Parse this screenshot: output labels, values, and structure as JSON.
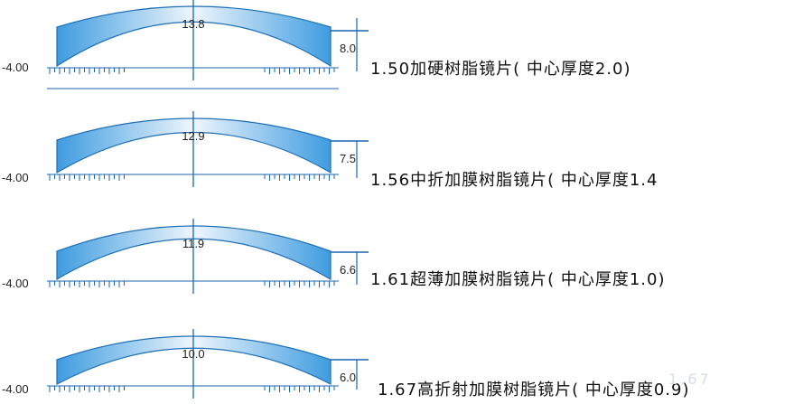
{
  "lenses": [
    {
      "index": "1.50",
      "name": "加硬树脂镜片",
      "center_prefix": "(  中心厚度",
      "center": "2.0",
      "center_suffix": ")",
      "edge_center": "13.8",
      "edge_side": "8.0",
      "power": "-4.00"
    },
    {
      "index": "1.56",
      "name": "中折加膜树脂镜片",
      "center_prefix": "(  中心厚度",
      "center": "1.4",
      "center_suffix": "",
      "edge_center": "12.9",
      "edge_side": "7.5",
      "power": "-4.00"
    },
    {
      "index": "1.61",
      "name": "超薄加膜树脂镜片",
      "center_prefix": "(  中心厚度",
      "center": "1.0",
      "center_suffix": ")",
      "edge_center": "11.9",
      "edge_side": "6.6",
      "power": "-4.00"
    },
    {
      "index": "1.67",
      "name": "高折射加膜树脂镜片",
      "center_prefix": "(  中心厚度",
      "center": "0.9",
      "center_suffix": ")",
      "edge_center": "10.0",
      "edge_side": "6.0",
      "power": "-4.00"
    }
  ],
  "colors": {
    "lens_light": "#eef6fd",
    "lens_dark": "#3f9ce0",
    "outline": "#1f6fb5",
    "axis": "#1a66b0",
    "text": "#111111"
  },
  "watermark": "1.67"
}
